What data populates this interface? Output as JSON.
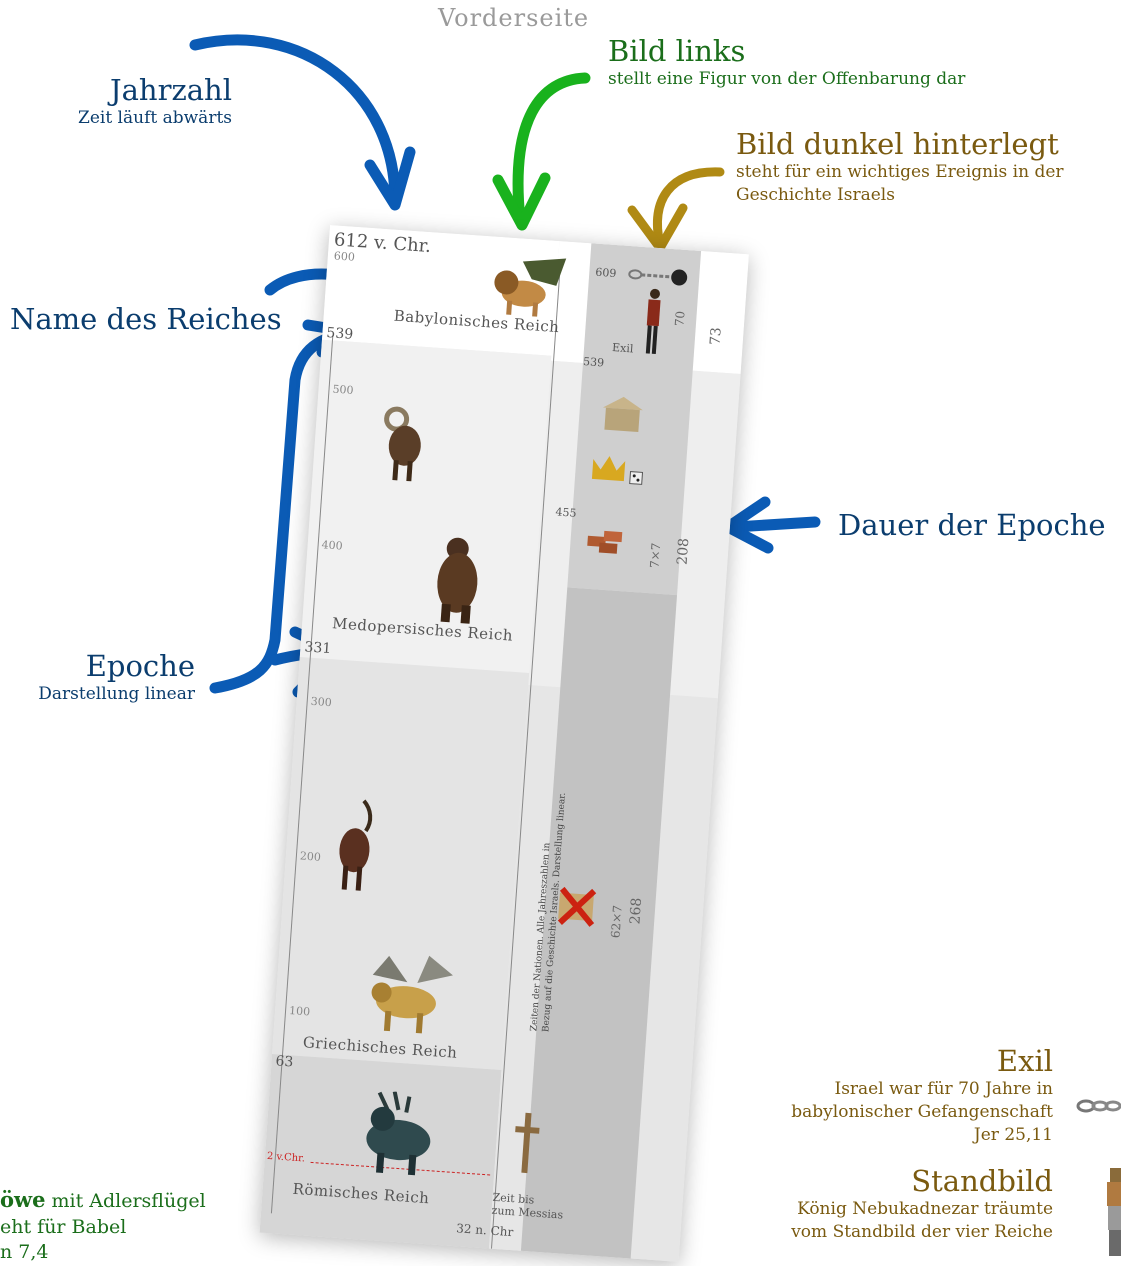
{
  "header": {
    "title": "Vorderseite"
  },
  "annotations": {
    "jahrzahl": {
      "title": "Jahrzahl",
      "sub": "Zeit läuft abwärts"
    },
    "bild_links": {
      "title": "Bild links",
      "sub": "stellt eine Figur von der Offenbarung dar"
    },
    "bild_dunkel": {
      "title": "Bild dunkel hinterlegt",
      "sub1": "steht für ein wichtiges Ereignis in der",
      "sub2": "Geschichte Israels"
    },
    "name_reich": {
      "title": "Name des Reiches"
    },
    "dauer": {
      "title": "Dauer der Epoche"
    },
    "epoche": {
      "title": "Epoche",
      "sub": "Darstellung linear"
    },
    "exil": {
      "title": "Exil",
      "sub1": "Israel war für 70 Jahre in",
      "sub2": "babylonischer Gefangenschaft",
      "sub3": "Jer 25,11"
    },
    "standbild": {
      "title": "Standbild",
      "sub1": "König Nebukadnezar träumte",
      "sub2": "vom Standbild der vier Reiche"
    },
    "loewe": {
      "bold": "öwe",
      "rest": " mit Adlersflügel",
      "line2": "eht für Babel",
      "line3": "n 7,4"
    }
  },
  "card": {
    "top_year": "612 v. Chr.",
    "top_small": "600",
    "years": {
      "y539": "539",
      "y331": "331",
      "y63": "63"
    },
    "ticks": {
      "t500": "500",
      "t400": "400",
      "t300": "300",
      "t200": "200",
      "t100": "100"
    },
    "reiche": {
      "babylon": "Babylonisches Reich",
      "medo": "Medopersisches Reich",
      "griech": "Griechisches Reich",
      "roem": "Römisches Reich"
    },
    "israel": {
      "y609": "609",
      "exil": "Exil",
      "y539": "539",
      "y455": "455",
      "n70": "70",
      "n7x7": "7×7",
      "n62x7": "62×7",
      "zeit_bis": "Zeit bis",
      "zum_messias": "zum Messias",
      "y32": "32 n. Chr",
      "note1": "Zeiten der Nationen. Alle Jahreszahlen in",
      "note2": "Bezug auf die Geschichte Israels. Darstellung linear."
    },
    "durations": {
      "d73": "73",
      "d208": "208",
      "d268": "268"
    },
    "bc2": "2 v.Chr."
  },
  "colors": {
    "blue": "#0b5bb5",
    "green": "#19b21d",
    "gold": "#b08a14"
  }
}
